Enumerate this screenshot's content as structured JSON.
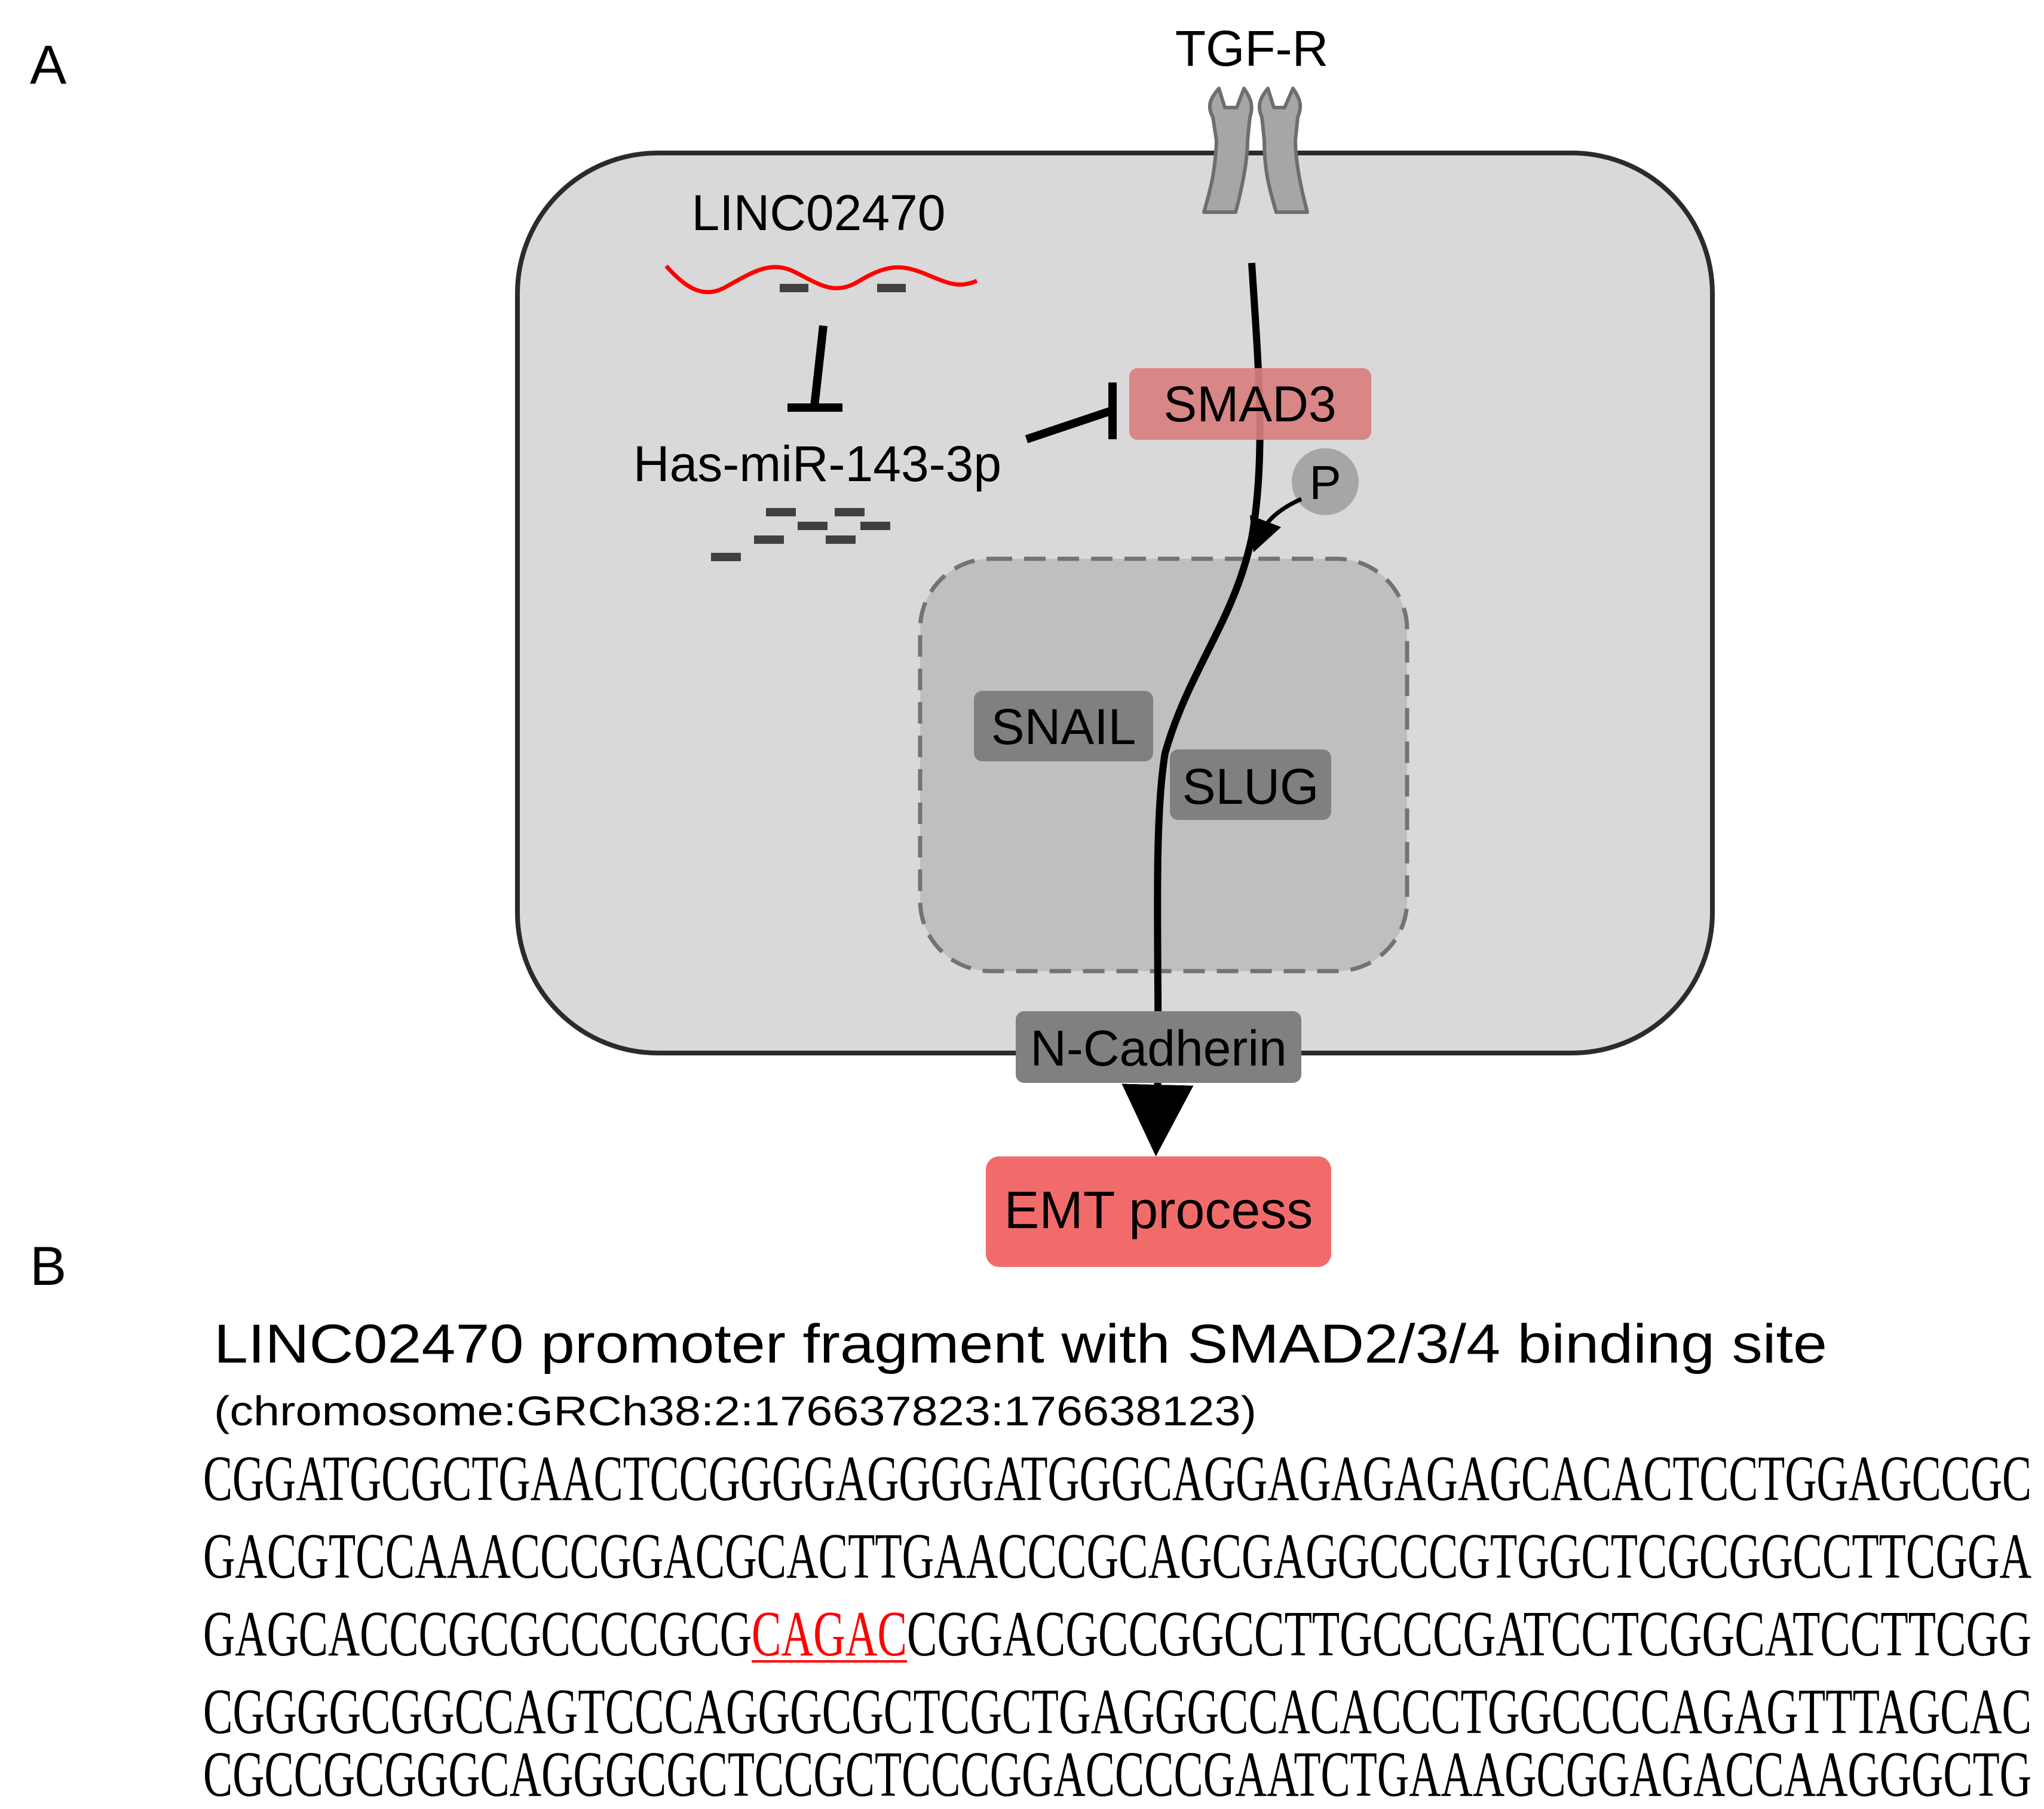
{
  "panel_a": {
    "label": "A",
    "receptor_label": "TGF-R",
    "lncrna_label": "LINC02470",
    "mirna_label": "Has-miR-143-3p",
    "smad3_label": "SMAD3",
    "phospho_label": "P",
    "snail_label": "SNAIL",
    "slug_label": "SLUG",
    "ncadherin_label": "N-Cadherin",
    "emt_label": "EMT process",
    "colors": {
      "cell_fill": "#d9d9d9",
      "nucleus_fill": "#bfbfbf",
      "smad3_fill": "#d97f7f",
      "emt_fill": "#f26b6b",
      "box_dark": "#808080",
      "rna_red": "#ff0000"
    }
  },
  "panel_b": {
    "label": "B",
    "title": "LINC02470 promoter fragment with SMAD2/3/4 binding site",
    "coordinates": "(chromosome:GRCh38:2:176637823:176638123)",
    "sequence": {
      "line1": "CGGATGCGCTGAACTCCGGGGAGGGGATGGGCAGGAGAGAGAGCACACTCCTGGAGCCGC",
      "line2": "GACGTCCAAACCCGGACGCACTTGAACCCGCAGCGAGGCCCGTGGCTCGCGGCCTTCGGA",
      "line3_before": "GAGCACCCGCGCCCCGCG",
      "line3_site": "CAGAC",
      "line3_after": "CGGACGCCGGCCTTGCCCGATCCTCGGCATCCTTCGG",
      "line4": "CGGGGCGGCCAGTCCCAGGGCGCTCGCTGAGGGCCACACCCTGGCCCCAGAGTTTAGCAC",
      "line5": "CGCCGCGGGCAGGGCGCTCCGCTCCCGGACCCCGAATCTGAAAGCGGAGACCAAGGGCTG"
    },
    "colors": {
      "binding_site": "#ff0000",
      "sequence": "#000000"
    }
  }
}
